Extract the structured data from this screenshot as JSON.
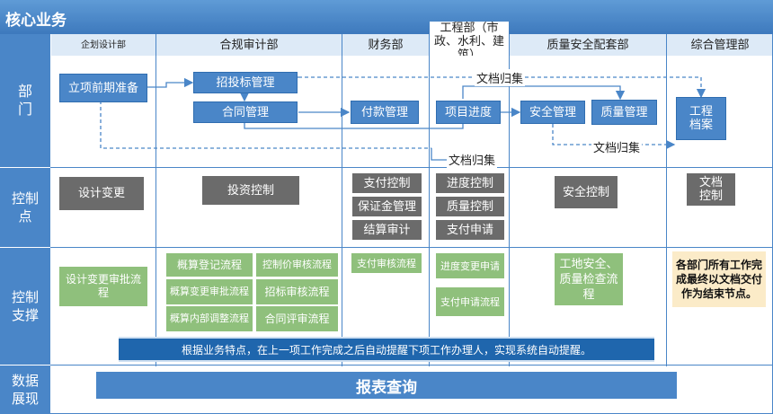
{
  "title": "核心业务",
  "rows": {
    "dept": "部门",
    "control_point": "控制点",
    "control_support": "控制支撑",
    "data_show": "数据展现"
  },
  "columns": {
    "planning": "企划设计部",
    "compliance": "合规审计部",
    "finance": "财务部",
    "engineering": "工程部（市政、水利、建筑）",
    "quality_safety": "质量安全配套部",
    "general": "综合管理部"
  },
  "dept_boxes": {
    "project_prep": "立项前期准备",
    "bidding": "招投标管理",
    "contract": "合同管理",
    "payment": "付款管理",
    "progress": "项目进度",
    "safety": "安全管理",
    "quality": "质量管理",
    "archive": "工程档案"
  },
  "arrow_labels": {
    "archive_top": "文档归集",
    "archive_mid": "文档归集",
    "archive_bottom": "文档归集"
  },
  "control_points": {
    "design_change": "设计变更",
    "investment": "投资控制",
    "pay_control": "支付控制",
    "deposit": "保证金管理",
    "settlement": "结算审计",
    "schedule": "进度控制",
    "quality_ctl": "质量控制",
    "pay_apply": "支付申请",
    "safety_ctl": "安全控制",
    "doc_ctl": "文档控制"
  },
  "support": {
    "design_change_flow": "设计变更审批流程",
    "estimate_reg": "概算登记流程",
    "price_review": "控制价审核流程",
    "estimate_change": "概算变更审批流程",
    "bid_review": "招标审核流程",
    "estimate_adjust": "概算内部调整流程",
    "contract_review": "合同评审流程",
    "pay_review": "支付审核流程",
    "progress_change": "进度变更申请",
    "pay_apply_flow": "支付申请流程",
    "site_check": "工地安全、质量检查流程",
    "note": "各部门所有工作完成最终以文档交付作为结束节点。"
  },
  "banner": "根据业务特点，在上一项工作完成之后自动提醒下项工作办理人，实现系统自动提醒。",
  "report": "报表查询",
  "colors": {
    "blue": "#4a86c8",
    "grey": "#6b6b6b",
    "green": "#8fc07c",
    "note": "#fbebc8",
    "banner": "#1f66ad"
  }
}
